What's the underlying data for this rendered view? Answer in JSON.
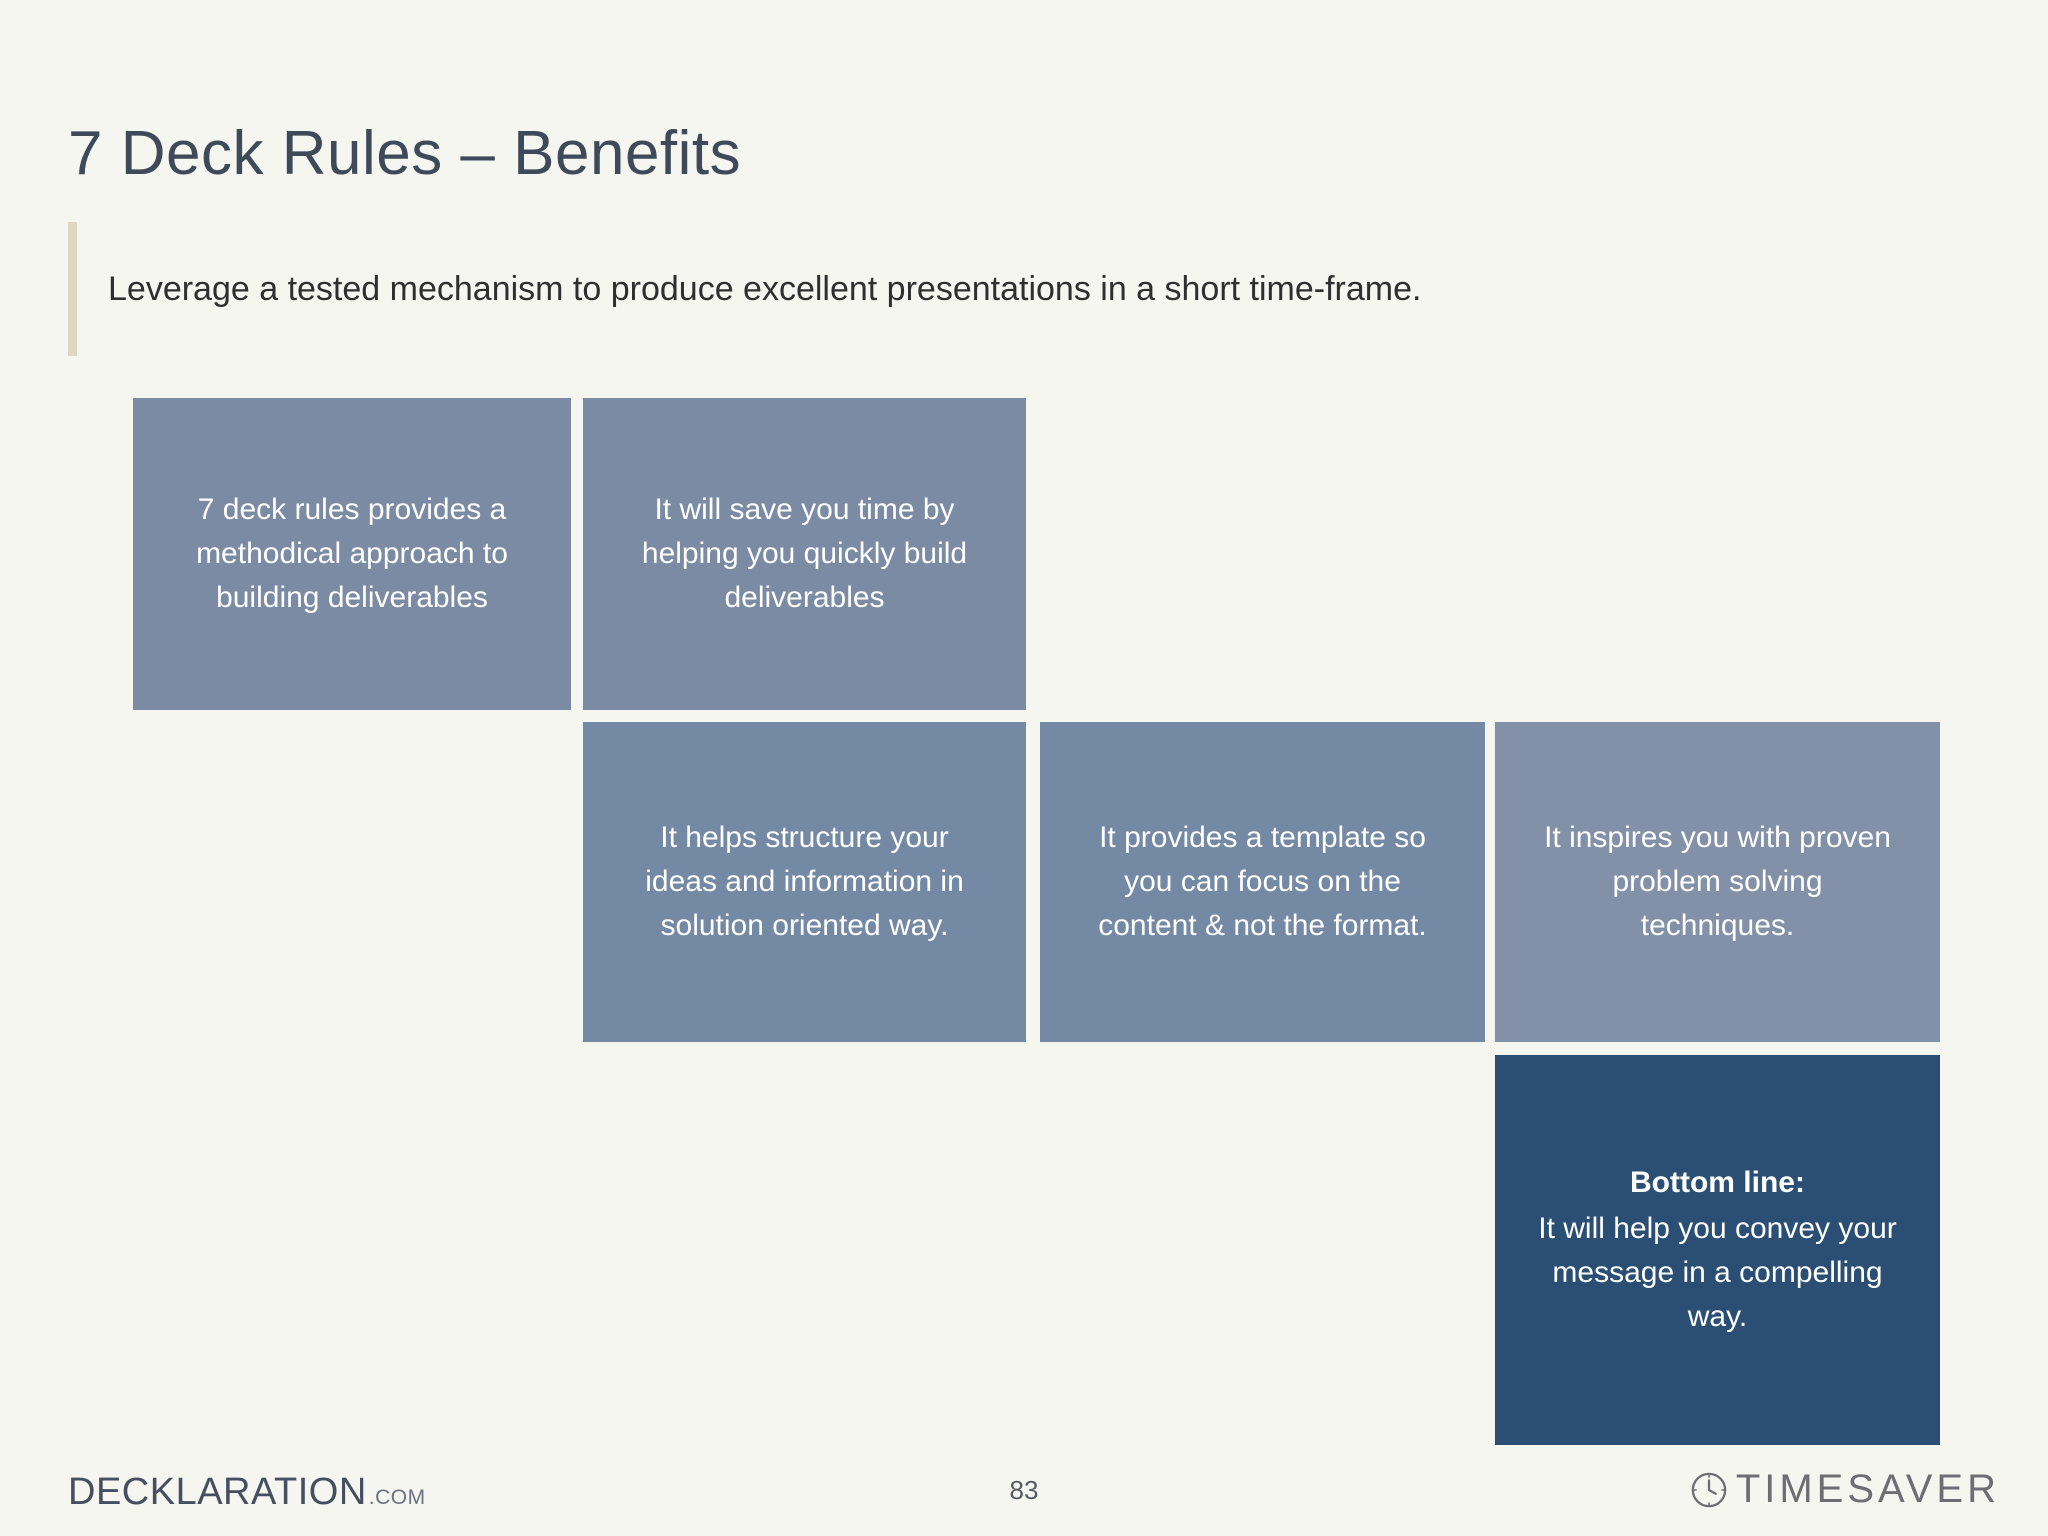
{
  "slide": {
    "title": "7 Deck Rules – Benefits",
    "subtitle": "Leverage a tested mechanism to produce excellent presentations in a short time-frame.",
    "accent_bar_color": "#ddd8c2",
    "background_color": "#f6f6f1",
    "title_color": "#3e4a5a"
  },
  "boxes": [
    {
      "id": "benefit-1",
      "color": "#7b8ba4",
      "lines": [
        "7 deck rules provides a",
        "methodical approach to",
        "building deliverables"
      ]
    },
    {
      "id": "benefit-2",
      "color": "#7b8ba4",
      "lines": [
        "It will save you time by",
        "helping you quickly build",
        "deliverables"
      ]
    },
    {
      "id": "benefit-3",
      "color": "#7489a4",
      "lines": [
        "It helps structure your",
        "ideas and information in",
        "solution oriented way."
      ]
    },
    {
      "id": "benefit-4",
      "color": "#7489a4",
      "lines": [
        "It provides a template so",
        "you can focus on the",
        "content & not the format."
      ]
    },
    {
      "id": "benefit-5",
      "color": "#8291a8",
      "lines": [
        "It inspires you with proven",
        "problem solving",
        "techniques."
      ]
    }
  ],
  "bottom_line": {
    "color": "#2b4f74",
    "heading": "Bottom line:",
    "lines": [
      "It will help you convey your",
      "message in a compelling",
      "way."
    ]
  },
  "footer": {
    "logo_left_main": "DECKLARATION",
    "logo_left_suffix": ".COM",
    "page_number": "83",
    "logo_right": "TIMESAVER",
    "logo_right_icon": "clock-icon"
  }
}
